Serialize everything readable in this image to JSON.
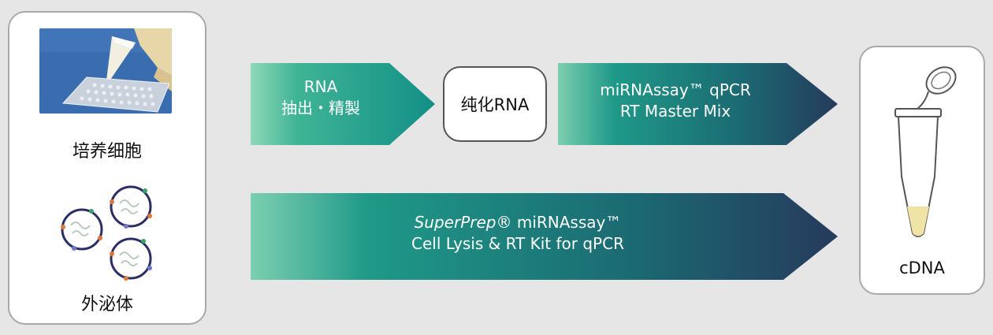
{
  "inputs": {
    "cell_label": "培养细胞",
    "exosome_label": "外泌体"
  },
  "arrows": {
    "extract_line1": "RNA",
    "extract_line2": "抽出・精製",
    "master_mix_line1": "miRNAssay™ qPCR",
    "master_mix_line2": "RT Master Mix",
    "kit_line1_italic": "SuperPrep",
    "kit_line1_rest": "® miRNAssay™",
    "kit_line2": "Cell Lysis & RT Kit for qPCR"
  },
  "intermediate": {
    "label": "纯化RNA"
  },
  "output": {
    "label": "cDNA"
  },
  "colors": {
    "teal_light": "#5fc7a5",
    "teal_mid": "#17958a",
    "navy": "#243a5e",
    "border_gray": "#a9a9a9",
    "background": "#e6e6e6"
  }
}
